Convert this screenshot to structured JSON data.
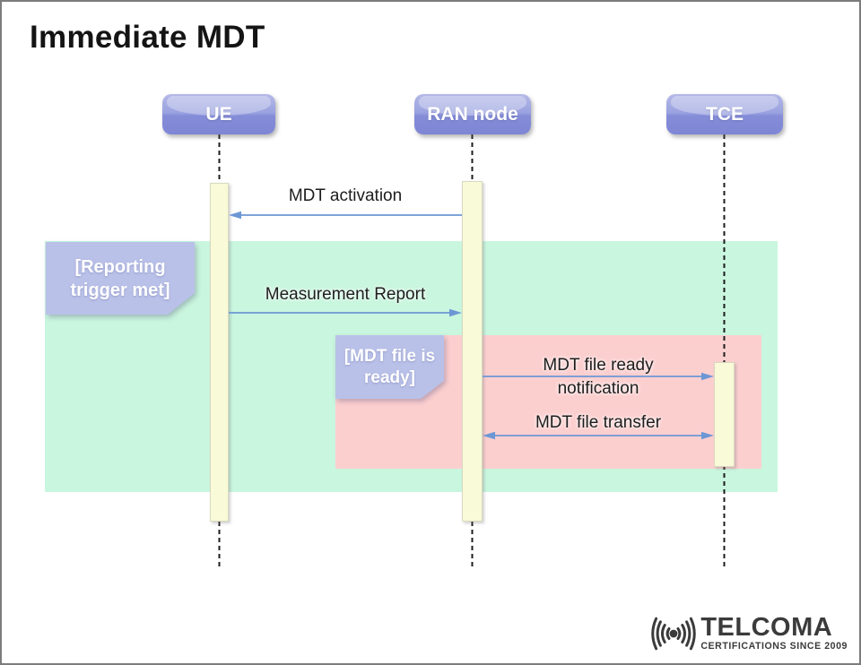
{
  "title": "Immediate MDT",
  "actors": [
    {
      "label": "UE"
    },
    {
      "label": "RAN node"
    },
    {
      "label": "TCE"
    }
  ],
  "messages": [
    {
      "label": "MDT activation",
      "from": "RAN node",
      "to": "UE",
      "direction": "left"
    },
    {
      "label": "Measurement Report",
      "from": "UE",
      "to": "RAN node",
      "direction": "right"
    },
    {
      "line1": "MDT file ready",
      "line2": "notification",
      "from": "RAN node",
      "to": "TCE",
      "direction": "right"
    },
    {
      "label": "MDT file transfer",
      "from": "RAN node",
      "to": "TCE",
      "direction": "both"
    }
  ],
  "conditions": [
    {
      "line1": "[Reporting",
      "line2": "trigger met]"
    },
    {
      "line1": "[MDT file is",
      "line2": "ready]"
    }
  ],
  "logo": {
    "name": "TELCOMA",
    "tagline": "CERTIFICATIONS SINCE 2009"
  },
  "colors": {
    "actor_fill": "#8289d6",
    "actor_fill_light": "#b4b9e7",
    "region_green": "#c9f6de",
    "region_red": "#fccfcf",
    "activation_bar": "#f8fad8",
    "condition_label": "#b9c1e9",
    "arrow_blue": "#6c97d5",
    "lifeline": "#1c1c1c",
    "logo_gray": "#3b3b3b"
  }
}
